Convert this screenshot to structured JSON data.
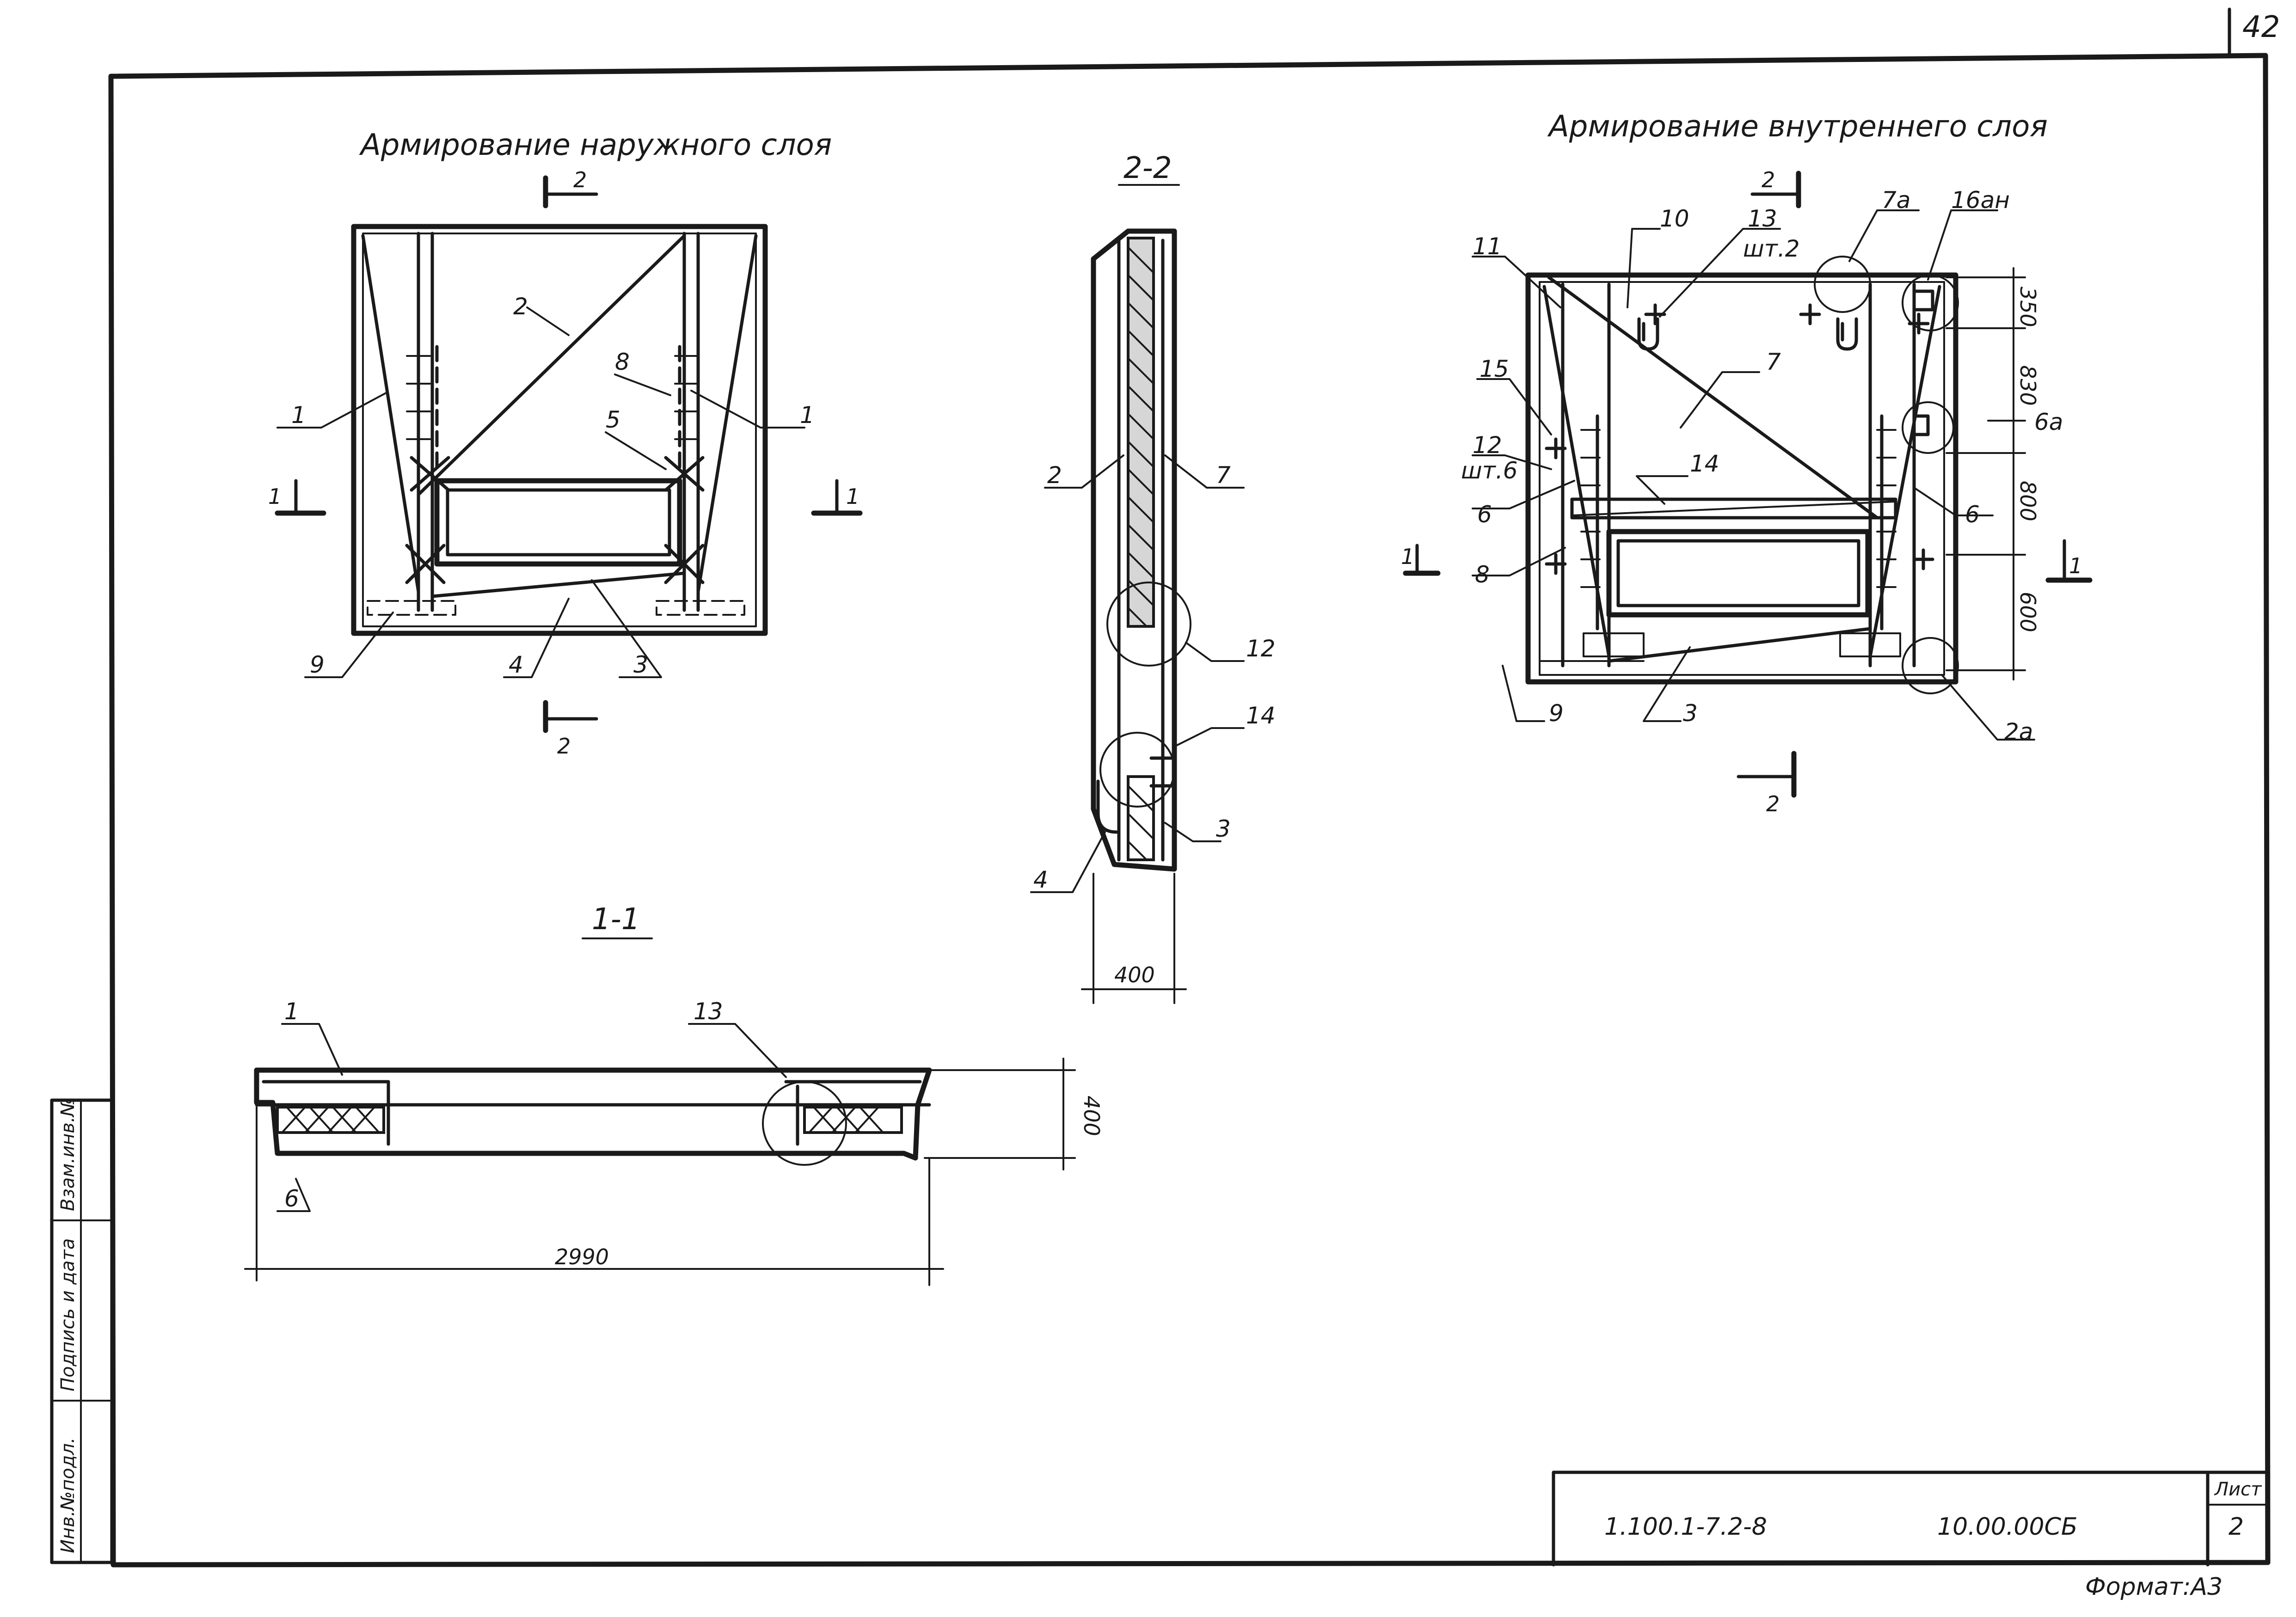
{
  "sheet_number": "42",
  "titles": {
    "outer": "Армирование наружного слоя",
    "inner": "Армирование внутреннего слоя",
    "section_22": "2-2",
    "section_11": "1-1"
  },
  "outer_view": {
    "cut_marks": {
      "top": "2",
      "bottom": "2",
      "left": "1",
      "right": "1"
    },
    "callouts": [
      "1",
      "2",
      "8",
      "5",
      "1",
      "9",
      "4",
      "3"
    ]
  },
  "section_22": {
    "callouts": [
      "2",
      "7",
      "12",
      "14",
      "4",
      "3"
    ],
    "dim_width": "400"
  },
  "section_11": {
    "callouts": [
      "1",
      "13",
      "6"
    ],
    "dim_height": "400",
    "dim_length": "2990"
  },
  "inner_view": {
    "cut_marks": {
      "top": "2",
      "bottom": "2",
      "left": "1",
      "right": "1"
    },
    "callouts": {
      "c10": "10",
      "c13": "13",
      "c13_qty": "шт.2",
      "c7a": "7а",
      "c16an": "16ан",
      "c11": "11",
      "c7": "7",
      "c15": "15",
      "c12": "12",
      "c12_qty": "шт.6",
      "c14": "14",
      "c6l": "6",
      "c6r": "6",
      "c6a": "6а",
      "c8": "8",
      "c9": "9",
      "c3": "3",
      "c2a": "2а"
    },
    "dims": [
      "350",
      "830",
      "800",
      "600"
    ]
  },
  "side_stamp": [
    "Инв.№подл.",
    "Подпись и дата",
    "Взам.инв.№"
  ],
  "title_block": {
    "code": "1.100.1-7.2-8",
    "doc": "10.00.00СБ",
    "sheet_label": "Лист",
    "sheet_value": "2",
    "format": "Формат:А3"
  }
}
